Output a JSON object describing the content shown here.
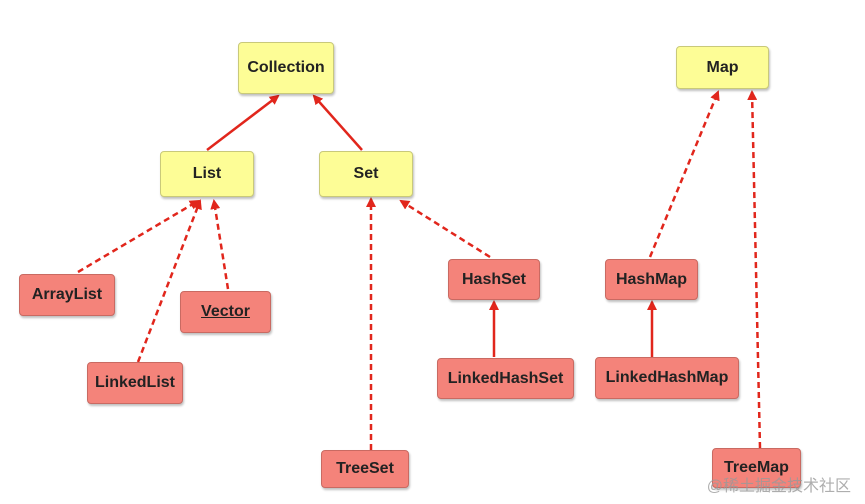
{
  "nodes": {
    "collection": "Collection",
    "list": "List",
    "set": "Set",
    "map": "Map",
    "arraylist": "ArrayList",
    "linkedlist": "LinkedList",
    "vector": "Vector",
    "treeset": "TreeSet",
    "hashset": "HashSet",
    "linkedhashset": "LinkedHashSet",
    "hashmap": "HashMap",
    "linkedhashmap": "LinkedHashMap",
    "treemap": "TreeMap"
  },
  "edge_color": "#e1261c",
  "watermark": "@稀土掘金技术社区"
}
